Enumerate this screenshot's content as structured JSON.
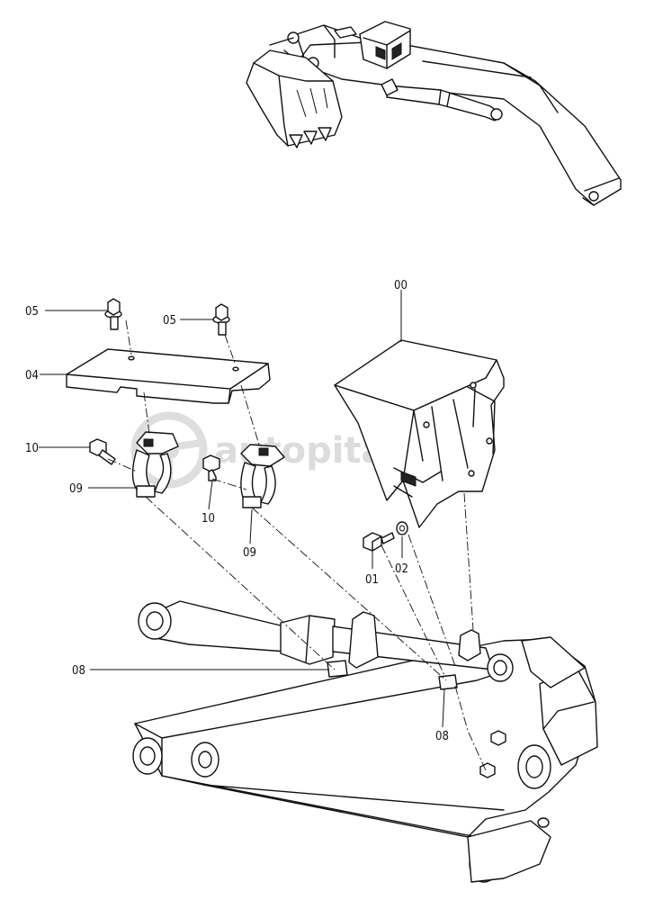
{
  "watermark": {
    "text": "autopitar.ru",
    "icon": "steering-wheel-icon"
  },
  "part_labels": {
    "p00": "00",
    "p01": "01",
    "p02": "02",
    "p04": "04",
    "p05a": "05",
    "p05b": "05",
    "p08a": "08",
    "p08b": "08",
    "p09a": "09",
    "p09b": "09",
    "p10a": "10",
    "p10b": "10"
  }
}
